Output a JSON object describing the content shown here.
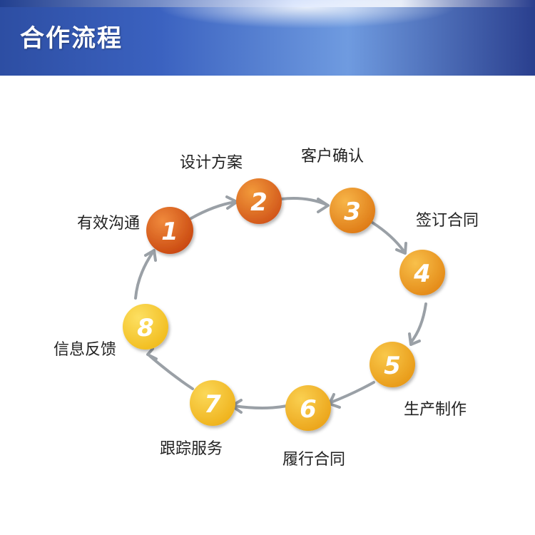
{
  "header": {
    "title": "合作流程"
  },
  "colors": {
    "accent_dark": "#d9561a",
    "accent_mid": "#e8941c",
    "accent_light": "#f2c020",
    "arrow": "#9aa0a6"
  },
  "steps": [
    {
      "number": "1",
      "label": "有效沟通"
    },
    {
      "number": "2",
      "label": "设计方案"
    },
    {
      "number": "3",
      "label": "客户确认"
    },
    {
      "number": "4",
      "label": "签订合同"
    },
    {
      "number": "5",
      "label": "生产制作"
    },
    {
      "number": "6",
      "label": "履行合同"
    },
    {
      "number": "7",
      "label": "跟踪服务"
    },
    {
      "number": "8",
      "label": "信息反馈"
    }
  ]
}
